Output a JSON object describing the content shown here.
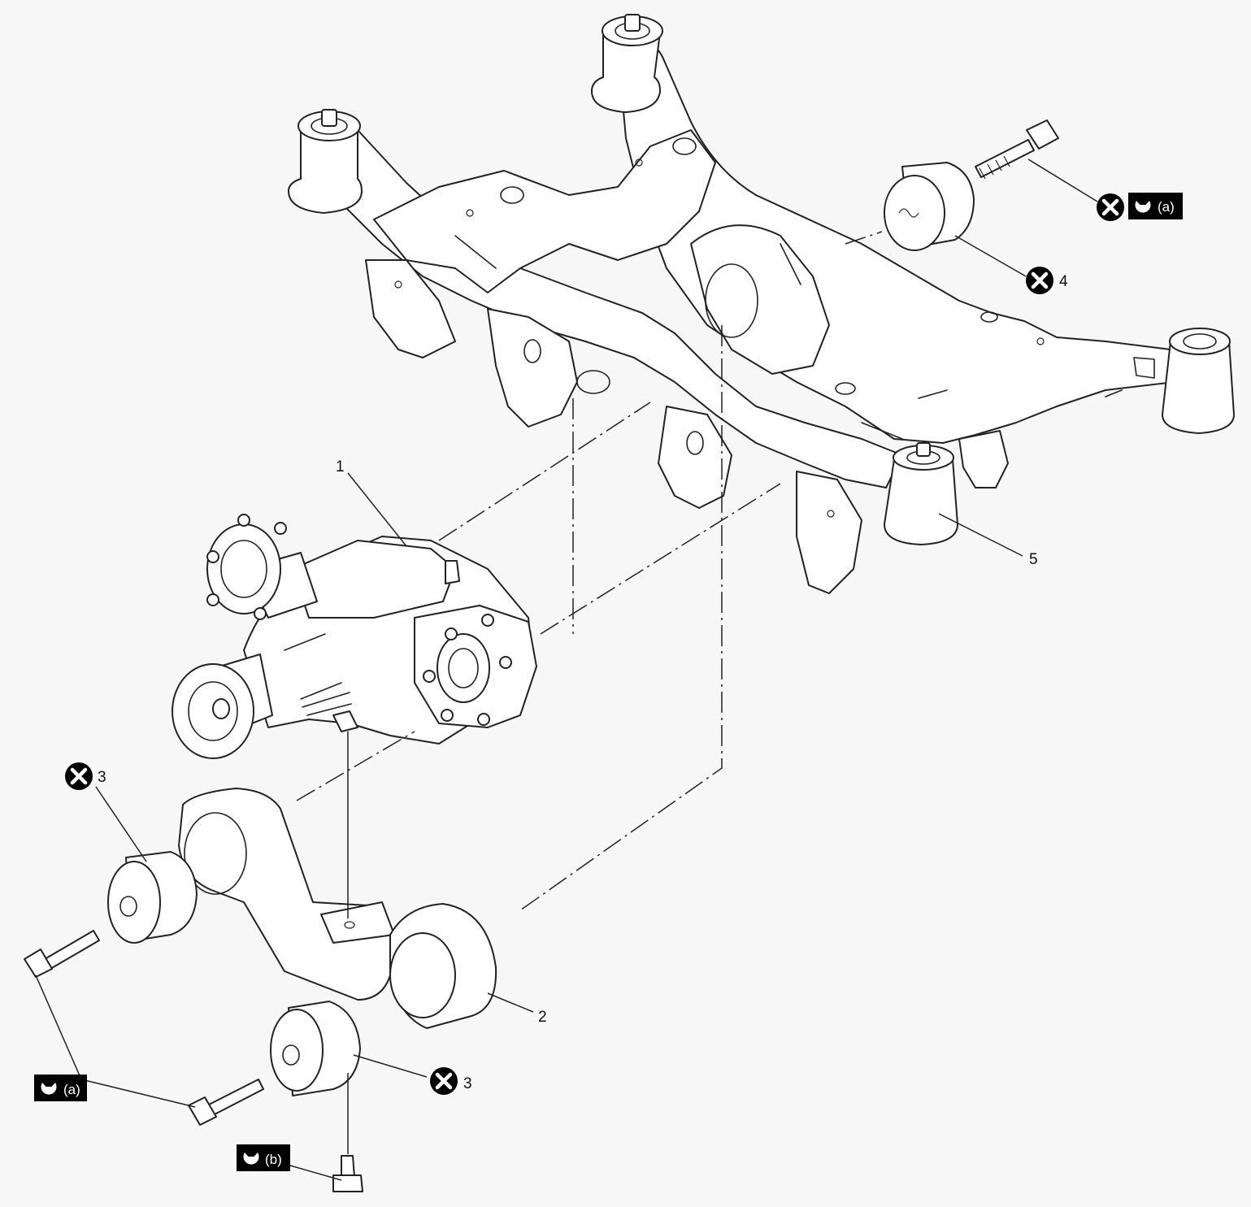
{
  "callouts": {
    "c1": "1",
    "c2": "2",
    "c3_top": "3",
    "c3_bottom": "3",
    "c4": "4",
    "c5": "5"
  },
  "torque_tags": {
    "upper_bolt": "(a)",
    "left_bolts": "(a)",
    "bottom_bolt": "(b)"
  },
  "icons": {
    "do_not_reuse": "no-reuse-x-icon",
    "torque": "torque-wrench-icon"
  },
  "colors": {
    "line": "#222222",
    "tag_background": "#000000",
    "background": "#f7f7f7"
  }
}
